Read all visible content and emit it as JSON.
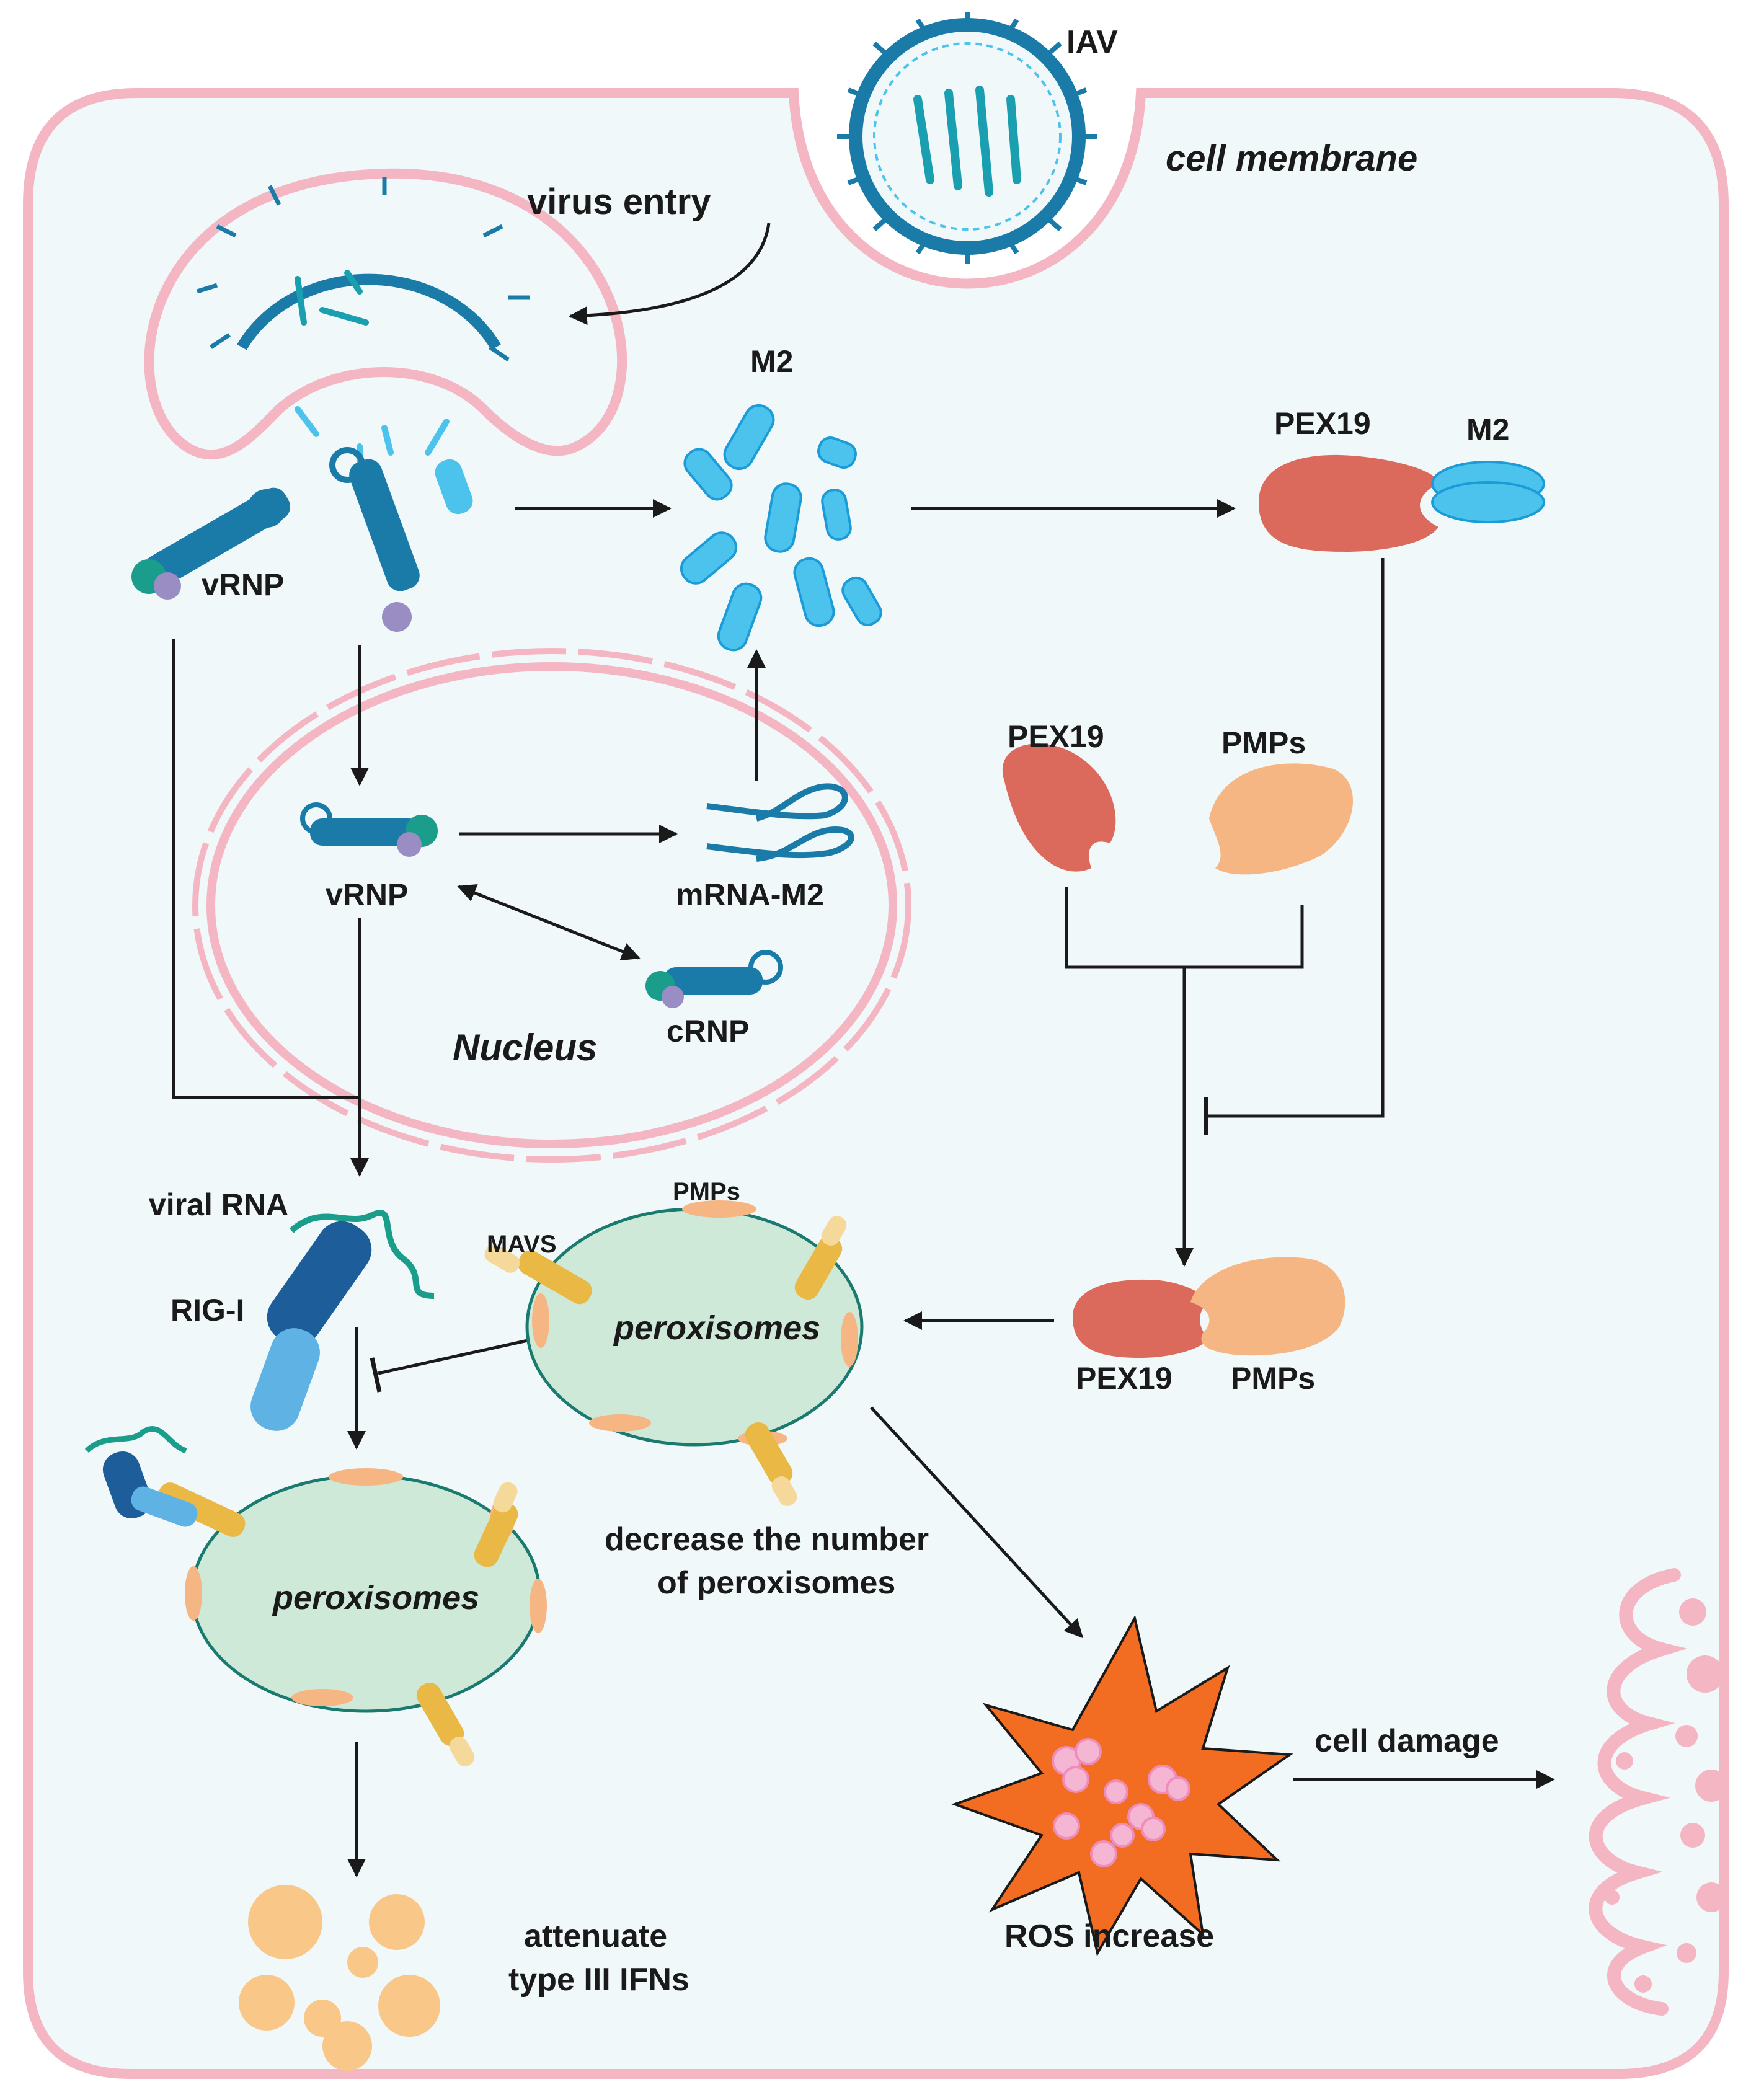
{
  "labels": {
    "iav": "IAV",
    "cell_membrane": "cell membrane",
    "virus_entry": "virus entry",
    "m2_top": "M2",
    "pex19_top": "PEX19",
    "m2_right": "M2",
    "vrnp_cytoplasm": "vRNP",
    "pex19_mid": "PEX19",
    "pmps_mid": "PMPs",
    "vrnp_nucleus": "vRNP",
    "mrna_m2": "mRNA-M2",
    "crnp": "cRNP",
    "nucleus": "Nucleus",
    "viral_rna": "viral RNA",
    "rig_i": "RIG-I",
    "mavs": "MAVS",
    "pmps_perox": "PMPs",
    "peroxisomes_upper": "peroxisomes",
    "pex19_bottom": "PEX19",
    "pmps_bottom": "PMPs",
    "peroxisomes_lower": "peroxisomes",
    "decrease_line1": "decrease the number",
    "decrease_line2": "of peroxisomes",
    "cell_damage": "cell damage",
    "ros_increase": "ROS increase",
    "attenuate_line1": "attenuate",
    "attenuate_line2": "type III IFNs"
  },
  "colors": {
    "cell_fill": "#f0f8fa",
    "cell_membrane": "#f4b6c2",
    "virus": "#1b7ba8",
    "m2": "#4cc3ec",
    "pex19": "#dc6a5c",
    "pmp": "#f6b684",
    "peroxisome": "#cfe9d8",
    "mavs": "#eab845",
    "rig_i": "#1c5d9a",
    "ros": "#f26c21",
    "ifn": "#f9c888"
  }
}
